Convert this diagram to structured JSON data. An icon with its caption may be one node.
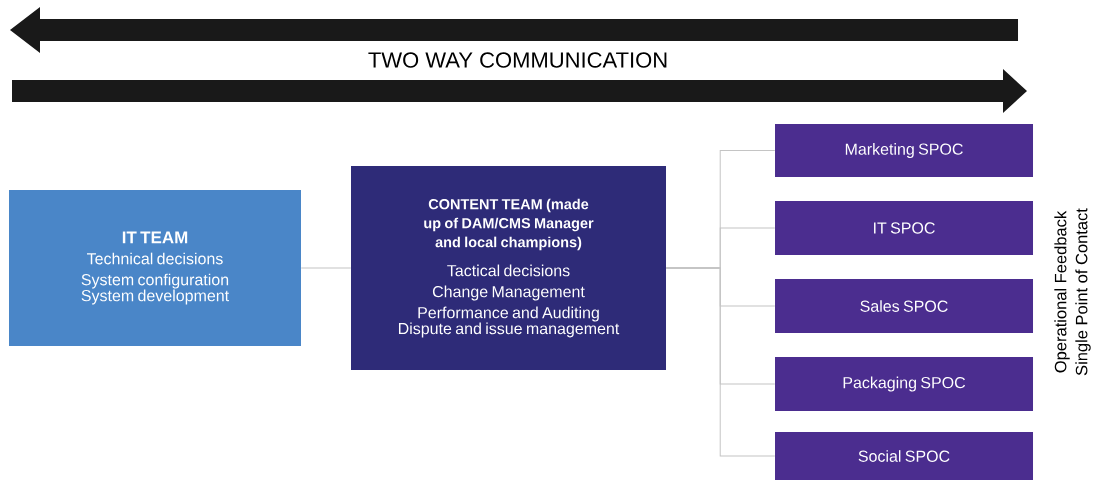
{
  "diagram": {
    "nodes": [
      {
        "text": [
          "IT TEAM",
          "Technical decisions",
          "System configuration",
          "System development"
        ]
      },
      {
        "text": [
          "CONTENT TEAM (made up of DAM/CMS Manager and local champions)",
          "Tactical decisions",
          "Change Management",
          "Performance and Auditing",
          "Dispute and issue management"
        ]
      },
      {
        "text": [
          "Marketing SPOC"
        ]
      },
      {
        "text": [
          "IT SPOC"
        ]
      },
      {
        "text": [
          "Sales SPOC"
        ]
      },
      {
        "text": [
          "Packaging SPOC"
        ]
      },
      {
        "text": [
          "Social SPOC"
        ]
      }
    ],
    "edges": [
      {
        "from": 0,
        "to": 1,
        "arrow": "none"
      },
      {
        "from": 1,
        "to": 2,
        "arrow": "none"
      },
      {
        "from": 1,
        "to": 3,
        "arrow": "none"
      },
      {
        "from": 1,
        "to": 4,
        "arrow": "none"
      },
      {
        "from": 1,
        "to": 5,
        "arrow": "none"
      },
      {
        "from": 1,
        "to": 6,
        "arrow": "none"
      }
    ],
    "labels": [
      "TWO WAY COMMUNICATION",
      "Operational Feedback",
      "Single Point of Contact"
    ]
  }
}
